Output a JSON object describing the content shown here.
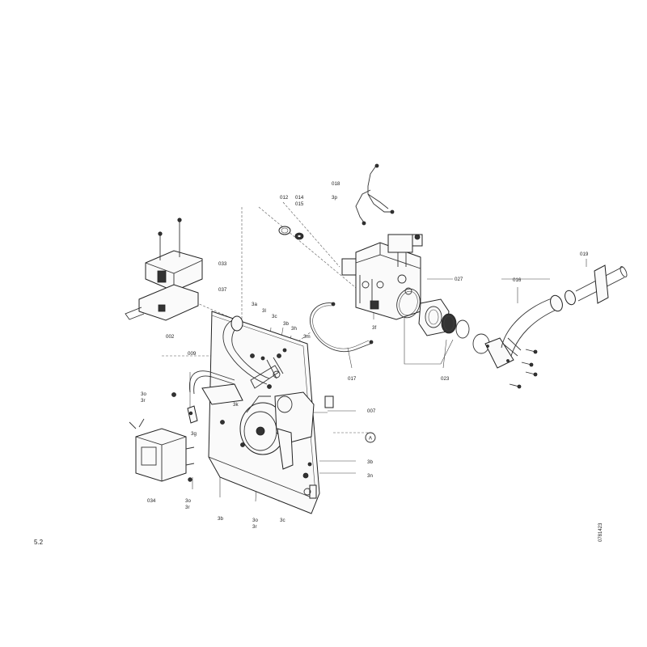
{
  "page": {
    "number": "5.2",
    "code": "0781423"
  },
  "labels": {
    "p018": "018",
    "p012": "012",
    "p014": "014",
    "p015": "015",
    "p3p": "3p",
    "p033": "033",
    "p037": "037",
    "p002": "002",
    "p009": "009",
    "p3a": "3a",
    "p3l": "3l",
    "p3c_top": "3c",
    "p3b_top": "3b",
    "p3h": "3h",
    "p3m": "3m",
    "p3k": "3k",
    "p3o_left": "3o",
    "p3r_left": "3r",
    "p3g": "3g",
    "p027": "027",
    "p3f": "3f",
    "p017": "017",
    "p023": "023",
    "p016": "016",
    "p019": "019",
    "p007": "007",
    "circleA": "A",
    "p3b_right": "3b",
    "p3n": "3n",
    "p034": "034",
    "p3o_bottom": "3o",
    "p3r_bottom": "3r",
    "p3b_bottom": "3b",
    "p3o_mid": "3o",
    "p3r_mid": "3r",
    "p3c_bottom": "3c"
  }
}
